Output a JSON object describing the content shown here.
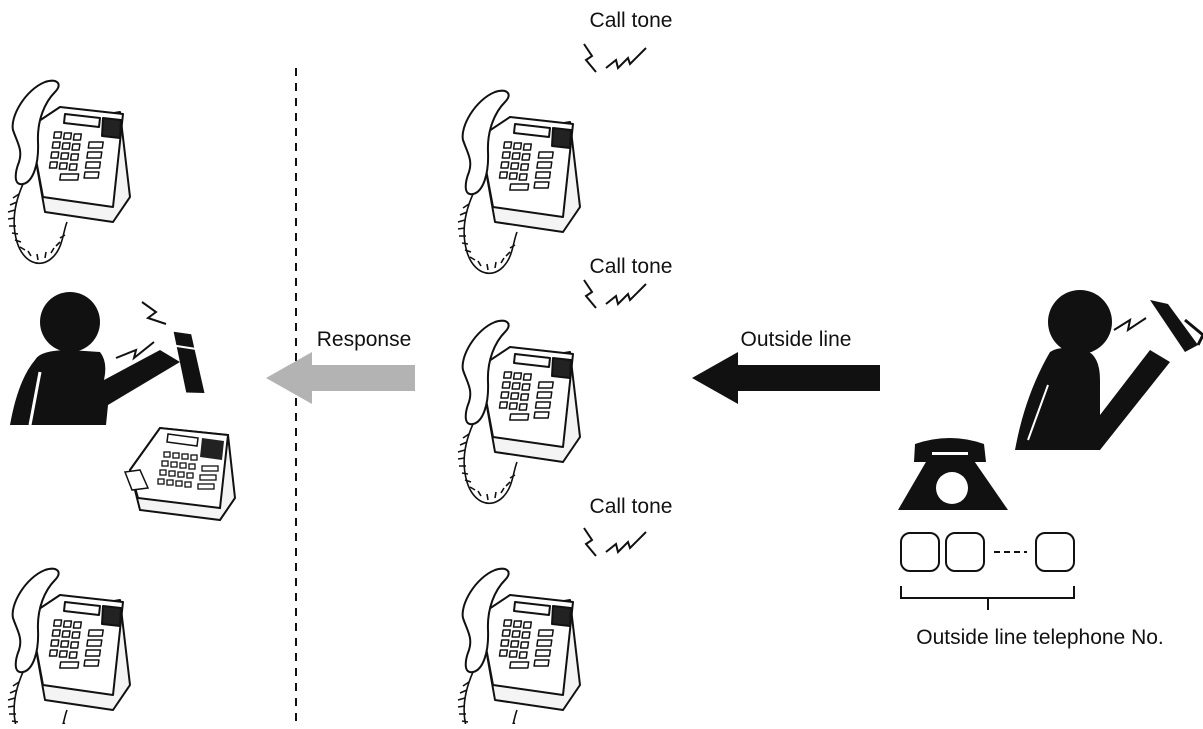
{
  "labels": {
    "call_tone_top": "Call tone",
    "call_tone_middle": "Call tone",
    "call_tone_bottom": "Call tone",
    "response": "Response",
    "outside_line": "Outside line",
    "outside_line_number": "Outside line telephone No."
  },
  "colors": {
    "ink": "#111111",
    "response_arrow": "#b3b3b3",
    "outside_line_arrow": "#111111"
  }
}
